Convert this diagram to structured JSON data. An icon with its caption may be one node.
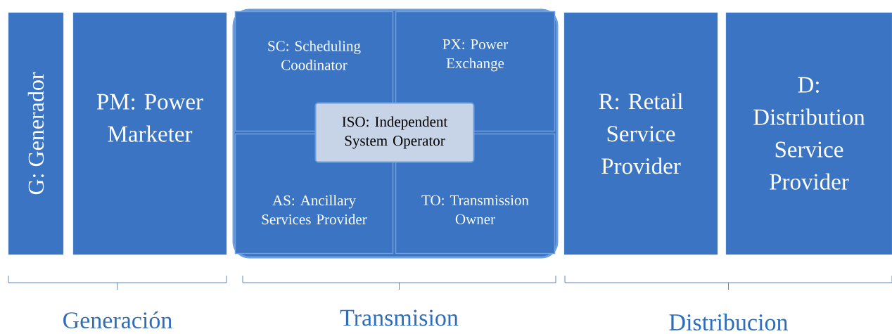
{
  "diagram": {
    "nodes": [
      {
        "text": [
          "G: Generador"
        ]
      },
      {
        "text": [
          "PM: Power Marketer"
        ]
      },
      {
        "text": [],
        "shape": "box"
      },
      {
        "text": [
          "SC: Scheduling Coodinator"
        ],
        "in": 2
      },
      {
        "text": [
          "PX: Power Exchange"
        ],
        "in": 2
      },
      {
        "text": [
          "ISO: Independent System Operator"
        ],
        "in": 2
      },
      {
        "text": [
          "AS: Ancillary Services Provider"
        ],
        "in": 2
      },
      {
        "text": [
          "TO: Transmission Owner"
        ],
        "in": 2
      },
      {
        "text": [
          "R: Retail Service Provider"
        ]
      },
      {
        "text": [
          "D: Distribution Service Provider"
        ]
      }
    ],
    "labels": [
      "Generación",
      "Transmision",
      "Distribucion"
    ]
  }
}
